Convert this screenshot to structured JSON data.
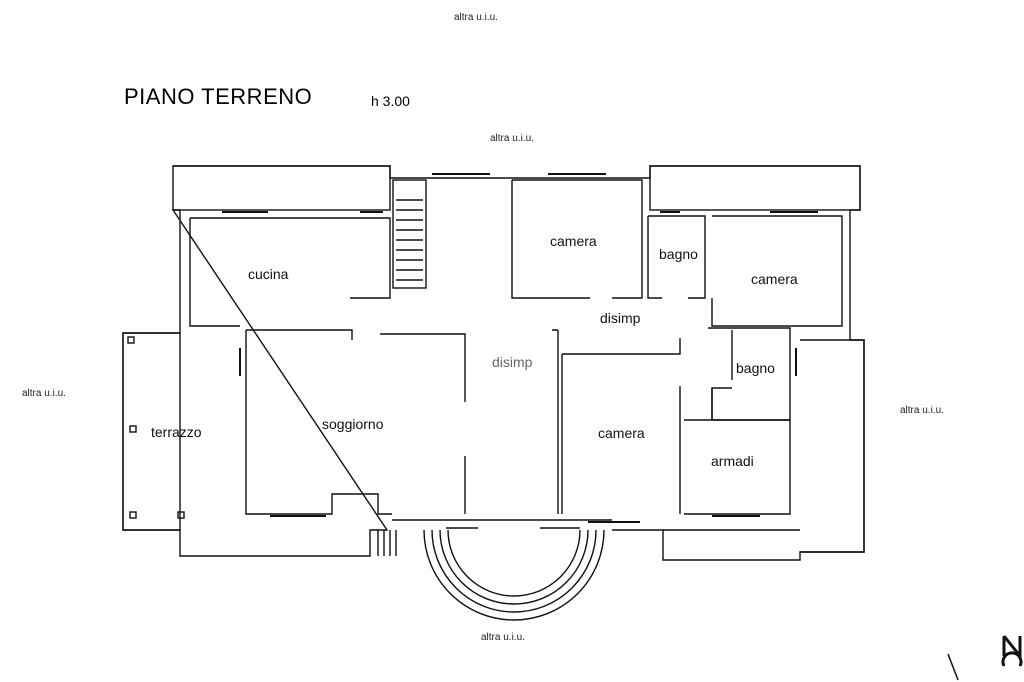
{
  "title": "PIANO TERRENO",
  "height": "h 3.00",
  "neighbors": {
    "top_outer": "altra u.i.u.",
    "top_inner": "altra u.i.u.",
    "left": "altra u.i.u.",
    "right": "altra u.i.u.",
    "bottom": "altra u.i.u."
  },
  "rooms": {
    "cucina": "cucina",
    "camera_top": "camera",
    "bagno_top": "bagno",
    "camera_right": "camera",
    "disimp_upper": "disimp",
    "disimp_center": "disimp",
    "bagno_right": "bagno",
    "terrazzo": "terrazzo",
    "soggiorno": "soggiorno",
    "camera_bottom": "camera",
    "armadi": "armadi"
  }
}
